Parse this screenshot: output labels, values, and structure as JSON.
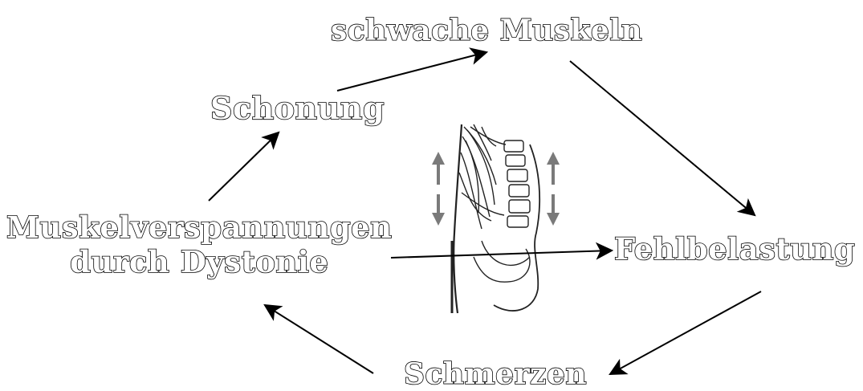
{
  "diagram": {
    "nodes": {
      "schwache_muskeln": "schwache Muskeln",
      "schonung": "Schonung",
      "muskelverspannungen_line1": "Muskelverspannungen",
      "muskelverspannungen_line2": "durch Dystonie",
      "fehlbelastung": "Fehlbelastung",
      "schmerzen": "Schmerzen"
    },
    "edges": [
      {
        "from": "Schonung",
        "to": "schwache Muskeln"
      },
      {
        "from": "schwache Muskeln",
        "to": "Fehlbelastung"
      },
      {
        "from": "Fehlbelastung",
        "to": "Schmerzen"
      },
      {
        "from": "Schmerzen",
        "to": "Muskelverspannungen durch Dystonie"
      },
      {
        "from": "Muskelverspannungen durch Dystonie",
        "to": "Schonung"
      },
      {
        "from": "Muskelverspannungen durch Dystonie",
        "to": "Fehlbelastung"
      }
    ],
    "illustration": "spine-and-muscle-sketch-icon"
  }
}
